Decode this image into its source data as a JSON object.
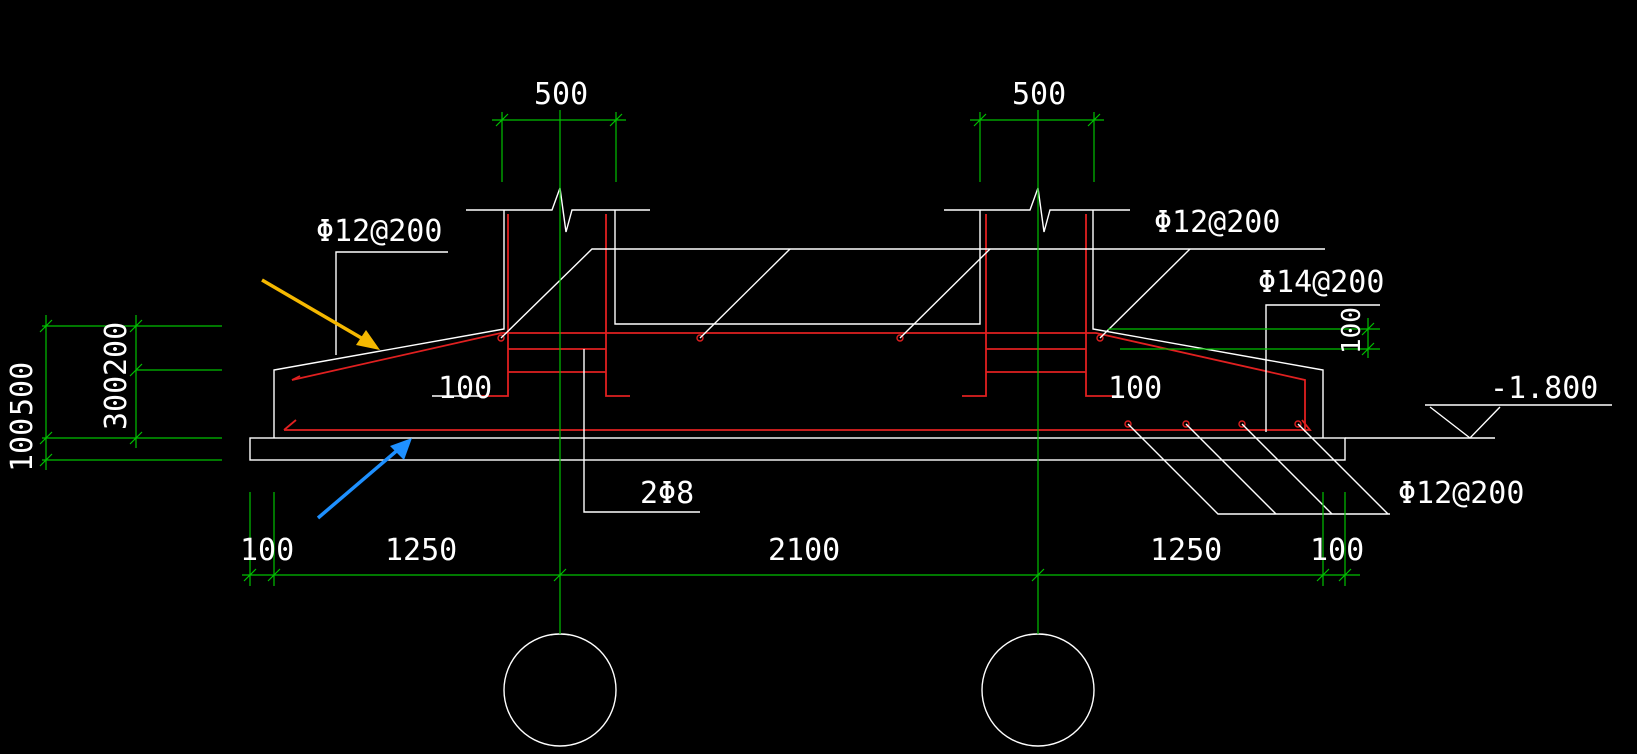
{
  "drawing": {
    "background": "#000000",
    "colors": {
      "outline": "#ffffff",
      "dimension": "#00c000",
      "rebar": "#e02020",
      "arrow_top": "#f5b800",
      "arrow_bottom": "#1e90ff"
    },
    "dims": {
      "col_width_left": "500",
      "col_width_right": "500",
      "bottom_left_edge": "100",
      "bottom_left_span": "1250",
      "bottom_mid_span": "2100",
      "bottom_right_span": "1250",
      "bottom_right_edge": "100",
      "left_total": "500",
      "left_slope": "200",
      "left_base": "300",
      "left_pad": "100",
      "right_cover": "100"
    },
    "labels": {
      "rebar_top_left": "Φ12@200",
      "rebar_top_right": "Φ12@200",
      "rebar_right_side": "Φ14@200",
      "rebar_bottom": "Φ12@200",
      "stirrup": "2Φ8",
      "hook_left": "100",
      "hook_right": "100",
      "elevation": "-1.800"
    }
  }
}
